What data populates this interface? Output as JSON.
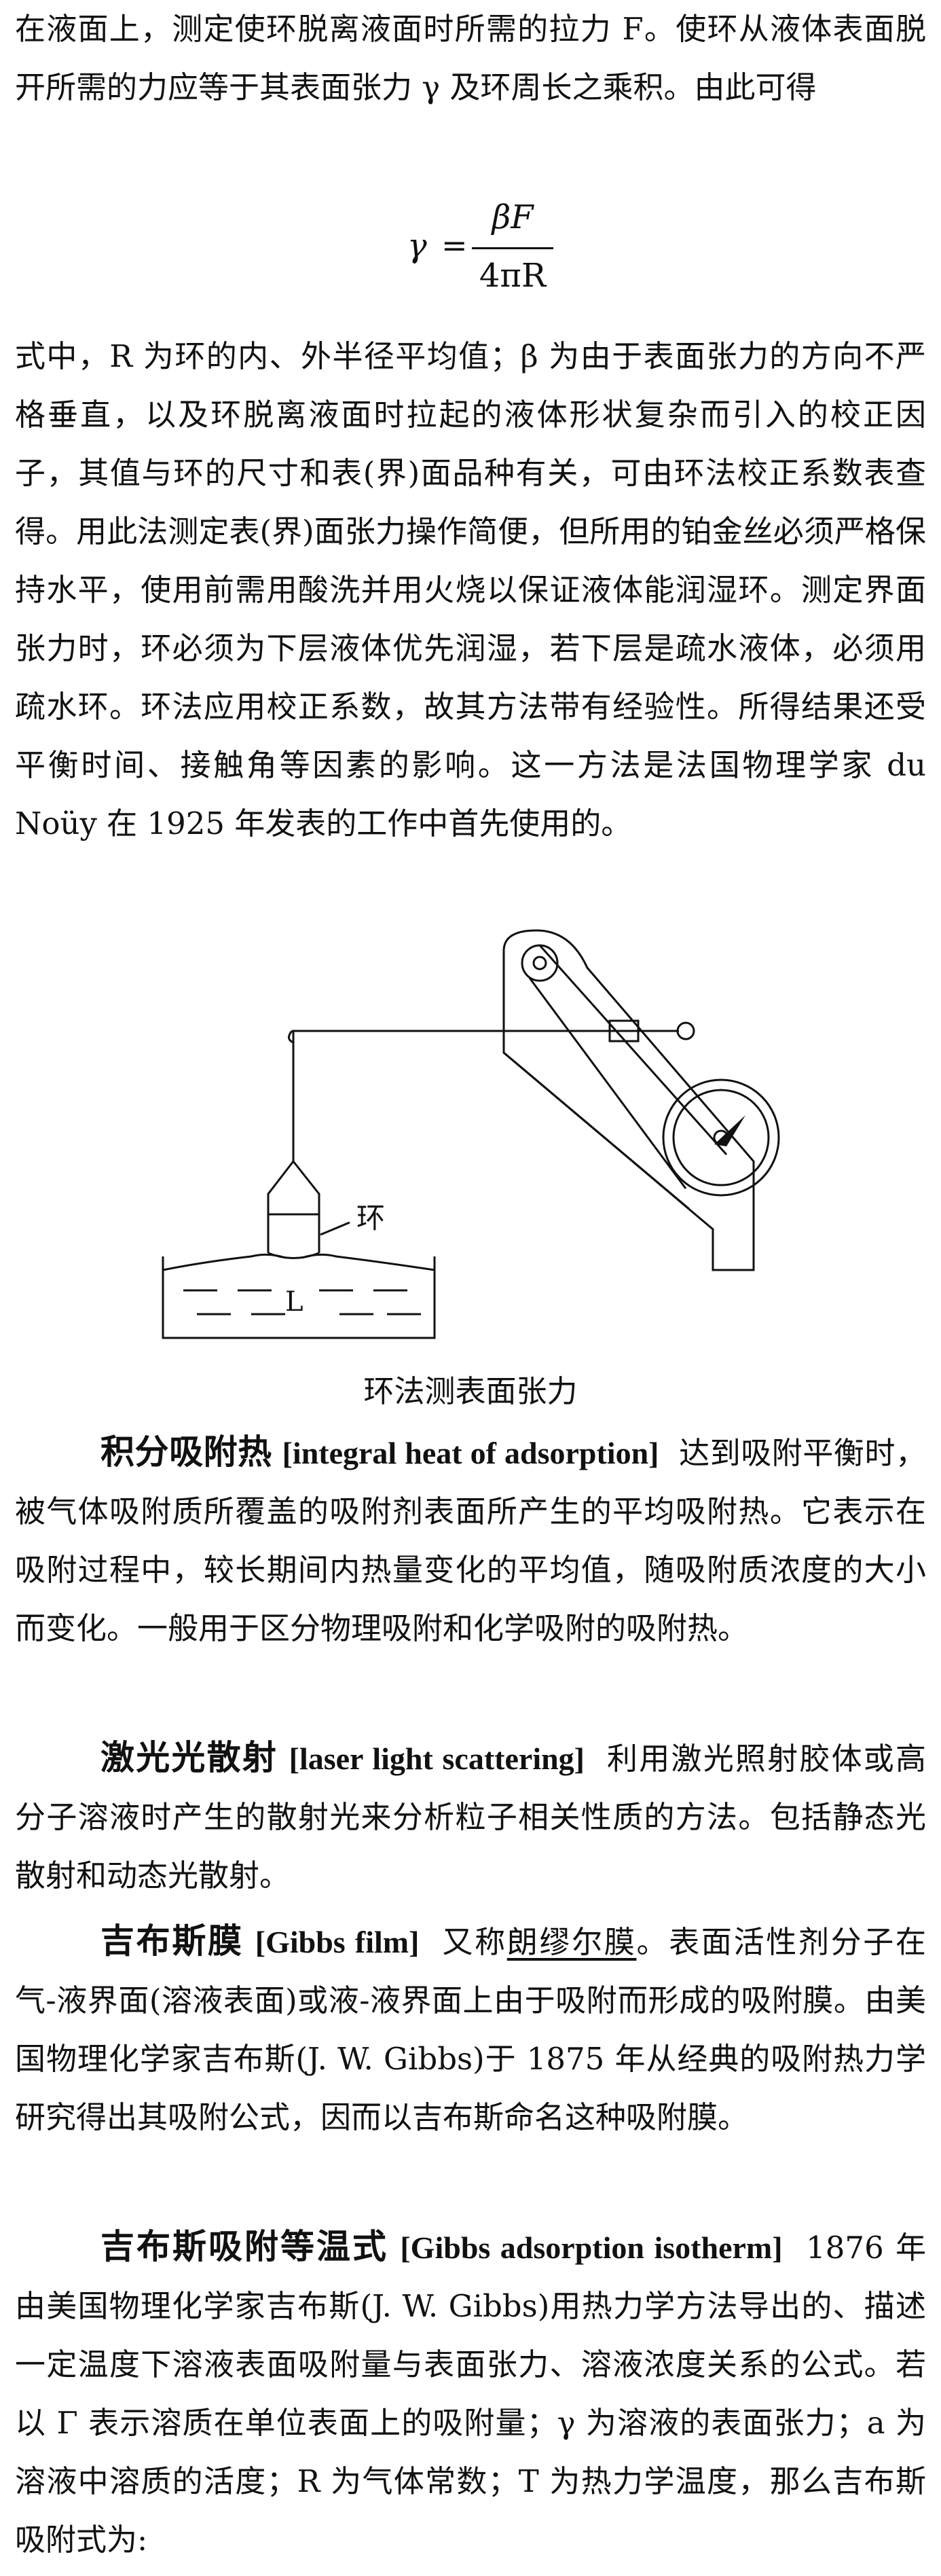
{
  "intro": {
    "line1": "在液面上，测定使环脱离液面时所需的拉力 F。使环从液体表面脱开所需的力应等于其表面张力 γ 及环周长之乘积。由此可得"
  },
  "formula": {
    "lhs": "γ",
    "eq": "=",
    "numerator": "βF",
    "denominator": "4πR"
  },
  "explanation": "式中，R 为环的内、外半径平均值；β 为由于表面张力的方向不严格垂直，以及环脱离液面时拉起的液体形状复杂而引入的校正因子，其值与环的尺寸和表(界)面品种有关，可由环法校正系数表查得。用此法测定表(界)面张力操作简便，但所用的铂金丝必须严格保持水平，使用前需用酸洗并用火烧以保证液体能润湿环。测定界面张力时，环必须为下层液体优先润湿，若下层是疏水液体，必须用疏水环。环法应用校正系数，故其方法带有经验性。所得结果还受平衡时间、接触角等因素的影响。这一方法是法国物理学家 du Noüy 在 1925 年发表的工作中首先使用的。",
  "figure": {
    "ring_label": "环",
    "liquid_label": "L",
    "caption": "环法测表面张力"
  },
  "entries": [
    {
      "term": "积分吸附热",
      "english": "[integral heat of adsorption]",
      "body": "达到吸附平衡时，被气体吸附质所覆盖的吸附剂表面所产生的平均吸附热。它表示在吸附过程中，较长期间内热量变化的平均值，随吸附质浓度的大小而变化。一般用于区分物理吸附和化学吸附的吸附热。"
    },
    {
      "term": "激光光散射",
      "english": "[laser light scattering]",
      "body": "利用激光照射胶体或高分子溶液时产生的散射光来分析粒子相关性质的方法。包括静态光散射和动态光散射。"
    },
    {
      "term": "吉布斯膜",
      "english": "[Gibbs film]",
      "body_pre": "又称",
      "body_link": "朗缪尔膜",
      "body_post": "。表面活性剂分子在气-液界面(溶液表面)或液-液界面上由于吸附而形成的吸附膜。由美国物理化学家吉布斯(J. W. Gibbs)于 1875 年从经典的吸附热力学研究得出其吸附公式，因而以吉布斯命名这种吸附膜。"
    },
    {
      "term": "吉布斯吸附等温式",
      "english": "[Gibbs adsorption isotherm]",
      "body": "1876 年由美国物理化学家吉布斯(J. W. Gibbs)用热力学方法导出的、描述一定温度下溶液表面吸附量与表面张力、溶液浓度关系的公式。若以 Γ 表示溶质在单位表面上的吸附量；γ 为溶液的表面张力；a 为溶液中溶质的活度；R 为气体常数；T 为热力学温度，那么吉布斯吸附式为:"
    }
  ]
}
